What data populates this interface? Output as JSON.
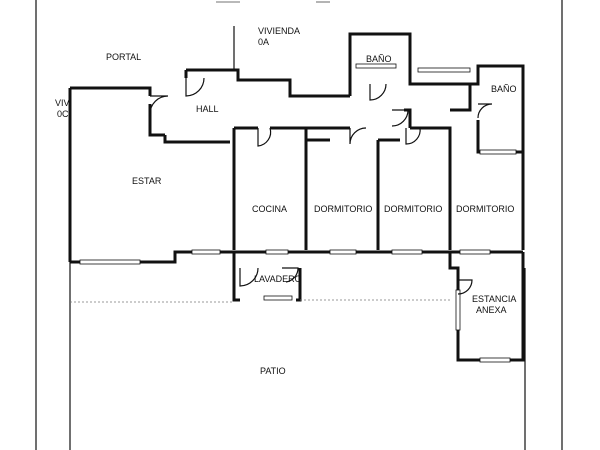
{
  "labels": {
    "vivienda": "VIVIENDA",
    "vivienda_unit": "0A",
    "portal": "PORTAL",
    "viv_0c_a": "VIV.",
    "viv_0c_b": "0C",
    "bano_top": "BAÑO",
    "bano_right": "BAÑO",
    "hall": "HALL",
    "estar": "ESTAR",
    "cocina": "COCINA",
    "dormitorio_1": "DORMITORIO",
    "dormitorio_2": "DORMITORIO",
    "dormitorio_3": "DORMITORIO",
    "lavadero": "LAVADERO",
    "estancia_a": "ESTANCIA",
    "estancia_b": "ANEXA",
    "patio": "PATIO"
  },
  "colors": {
    "line": "#111111",
    "background": "#ffffff"
  }
}
